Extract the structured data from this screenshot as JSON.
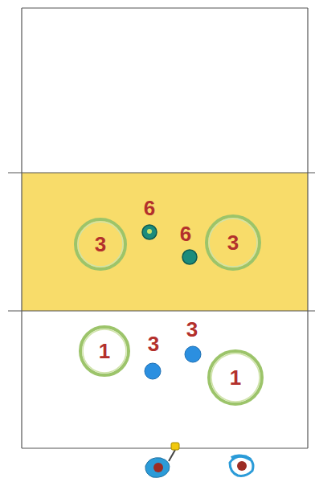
{
  "diagram": {
    "nodes": [
      {
        "text": [
          "3"
        ]
      },
      {
        "text": [
          "3"
        ]
      },
      {
        "text": [
          "1"
        ]
      },
      {
        "text": [
          "1"
        ]
      }
    ],
    "labels": [
      "6",
      "6",
      "3",
      "3"
    ]
  }
}
